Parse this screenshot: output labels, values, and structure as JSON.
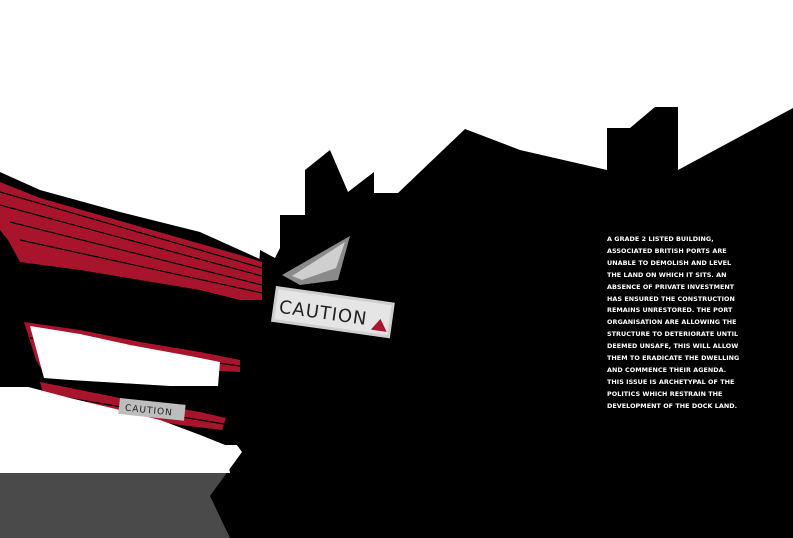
{
  "colors": {
    "background": "#ffffff",
    "silhouette": "#000000",
    "accent_red": "#a8142b",
    "ground": "#4a4a4a",
    "text": "#ffffff"
  },
  "signs": {
    "main": "CAUTION",
    "small": "CAUTION"
  },
  "description_lines": [
    "A GRADE 2 LISTED BUILDING,",
    "ASSOCIATED BRITISH PORTS ARE",
    "UNABLE TO DEMOLISH AND LEVEL",
    "THE LAND ON WHICH IT SITS. AN",
    "ABSENCE OF PRIVATE INVESTMENT",
    "HAS ENSURED THE CONSTRUCTION",
    "REMAINS UNRESTORED. THE PORT",
    "ORGANISATION ARE ALLOWING THE",
    "STRUCTURE TO DETERIORATE UNTIL",
    "DEEMED UNSAFE, THIS WILL ALLOW",
    "THEM TO ERADICATE THE DWELLING",
    "AND COMMENCE THEIR AGENDA.",
    "THIS ISSUE IS ARCHETYPAL OF THE",
    "POLITICS WHICH RESTRAIN THE",
    "DEVELOPMENT OF THE DOCK LAND."
  ]
}
